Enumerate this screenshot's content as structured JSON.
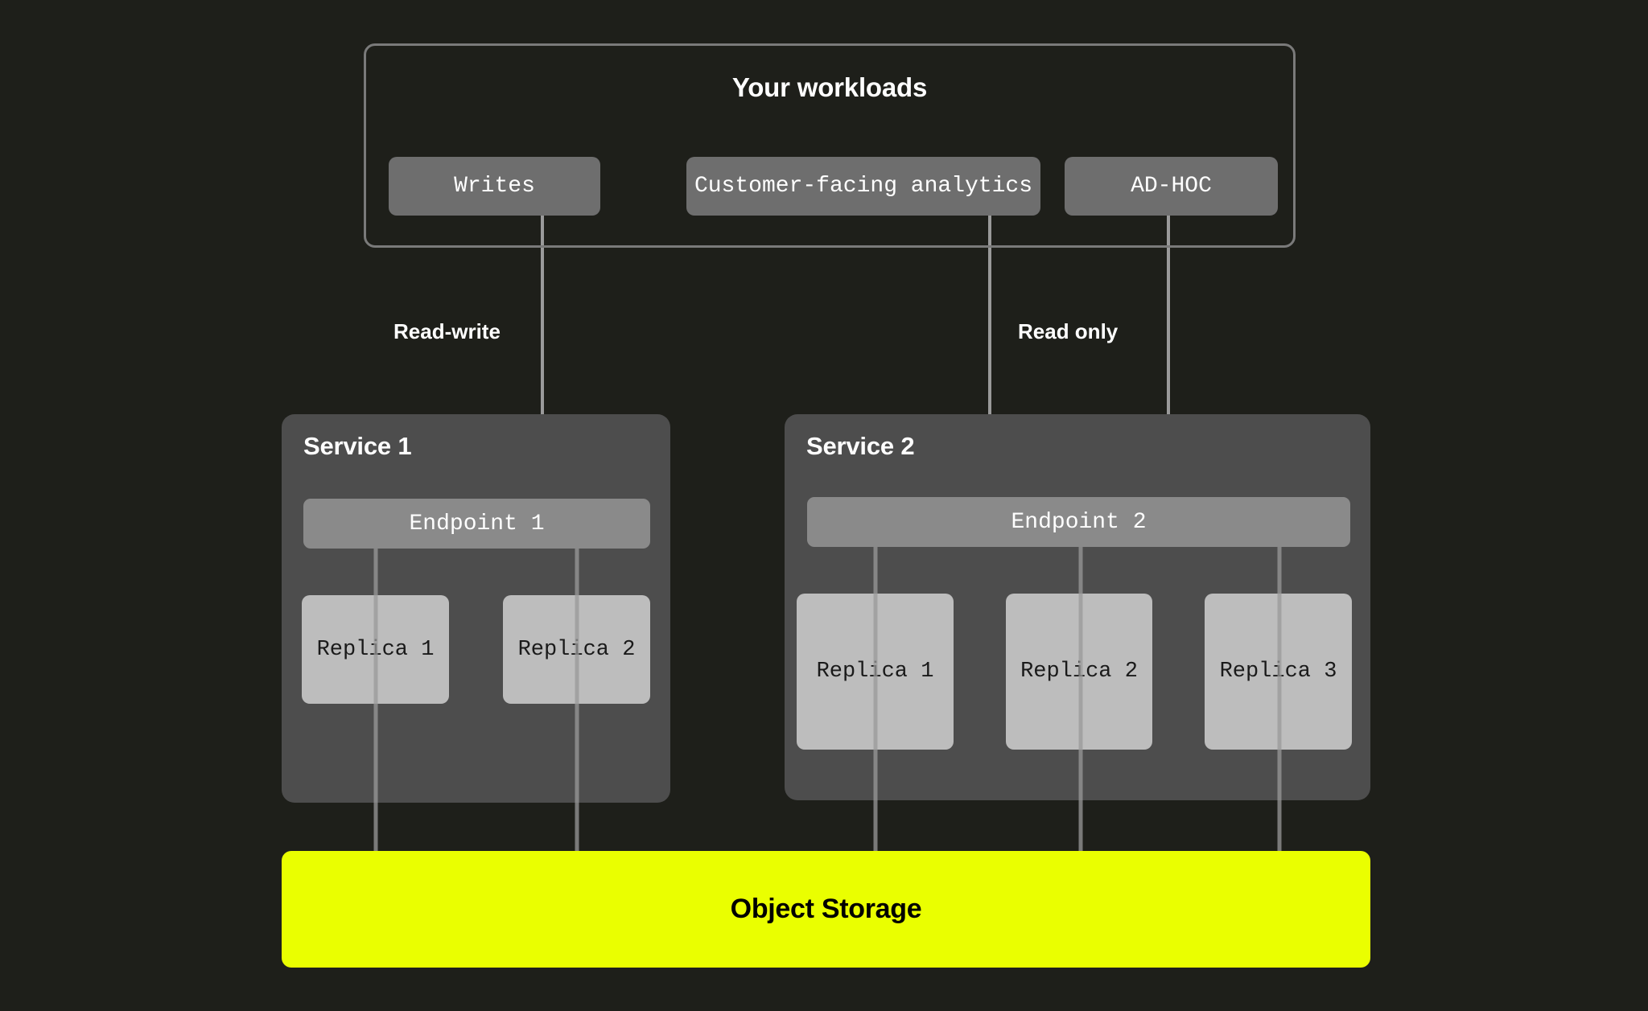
{
  "diagram": {
    "background_color": "#1e1f1a",
    "accent_color": "#eaff00"
  },
  "workloads": {
    "title": "Your workloads",
    "chips": [
      {
        "label": "Writes"
      },
      {
        "label": "Customer-facing analytics"
      },
      {
        "label": "AD-HOC"
      }
    ]
  },
  "edge_labels": {
    "read_write": "Read-write",
    "read_only": "Read only"
  },
  "services": [
    {
      "title": "Service 1",
      "endpoint": "Endpoint 1",
      "replicas": [
        {
          "label": "Replica 1"
        },
        {
          "label": "Replica 2"
        }
      ]
    },
    {
      "title": "Service 2",
      "endpoint": "Endpoint 2",
      "replicas": [
        {
          "label": "Replica 1"
        },
        {
          "label": "Replica 2"
        },
        {
          "label": "Replica 3"
        }
      ]
    }
  ],
  "storage": {
    "label": "Object Storage"
  }
}
